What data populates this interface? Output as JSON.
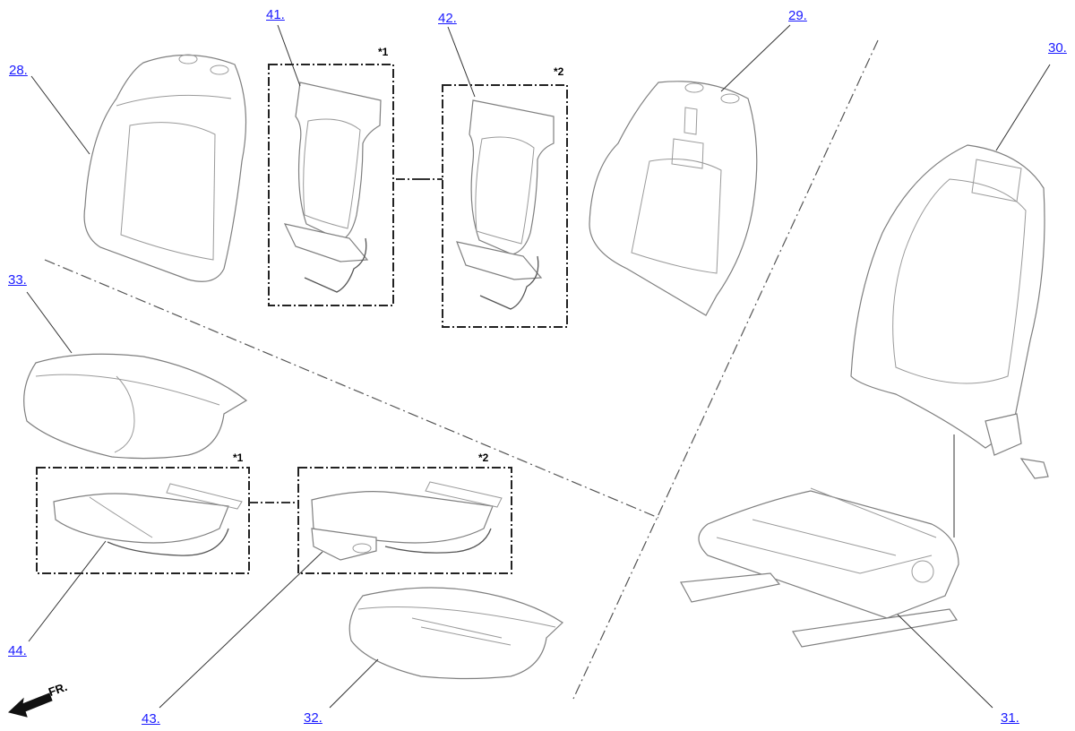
{
  "callouts": {
    "p28": "28.",
    "p29": "29.",
    "p30": "30.",
    "p31": "31.",
    "p32": "32.",
    "p33": "33.",
    "p41": "41.",
    "p42": "42.",
    "p43": "43.",
    "p44": "44."
  },
  "notes": {
    "n1_top": "*1",
    "n2_top": "*2",
    "n1_bottom": "*1",
    "n2_bottom": "*2"
  },
  "direction": {
    "label": "FR."
  },
  "colors": {
    "link": "#1a1aff",
    "outline": "#7f7f7f"
  }
}
